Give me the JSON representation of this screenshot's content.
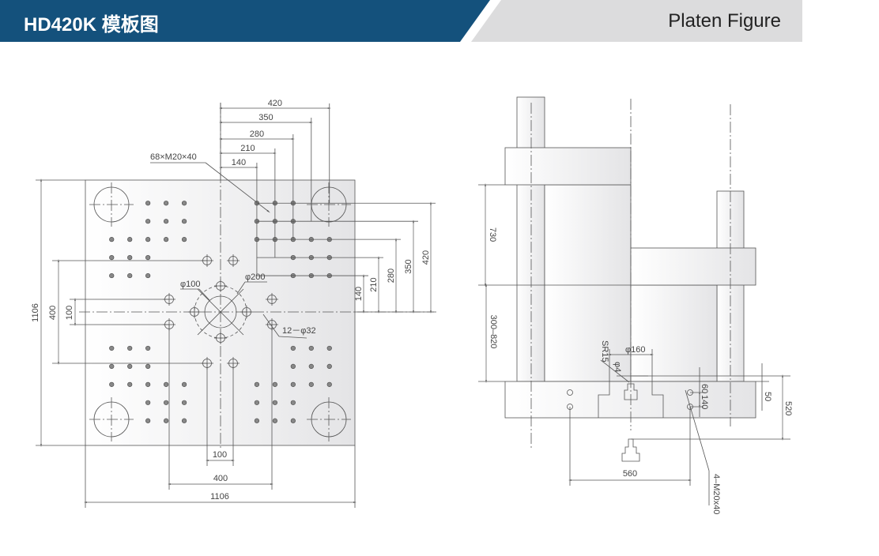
{
  "header": {
    "title": "HD420K 模板图",
    "subtitle": "Platen Figure",
    "accent": "#14517c"
  },
  "front_view": {
    "top_dims": [
      "420",
      "350",
      "280",
      "210",
      "140"
    ],
    "right_dims": [
      "420",
      "350",
      "280",
      "210",
      "140"
    ],
    "left_dims": {
      "overall": "1106",
      "mid": "400",
      "inner": "100"
    },
    "bottom_dims": {
      "inner": "100",
      "mid": "400",
      "overall": "1106"
    },
    "labels": {
      "tapped": "68×M20×40",
      "phi100": "φ100",
      "phi200": "φ200",
      "holes": "12－φ32"
    }
  },
  "side_view": {
    "dims": {
      "d730": "730",
      "d300_820": "300–820",
      "sr15": "SR15",
      "phi160": "φ160",
      "phi4": "φ4",
      "d60": "60",
      "d140": "140",
      "d50": "50",
      "d520": "520",
      "d560": "560"
    },
    "labels": {
      "bolts": "4–M20x40"
    }
  }
}
